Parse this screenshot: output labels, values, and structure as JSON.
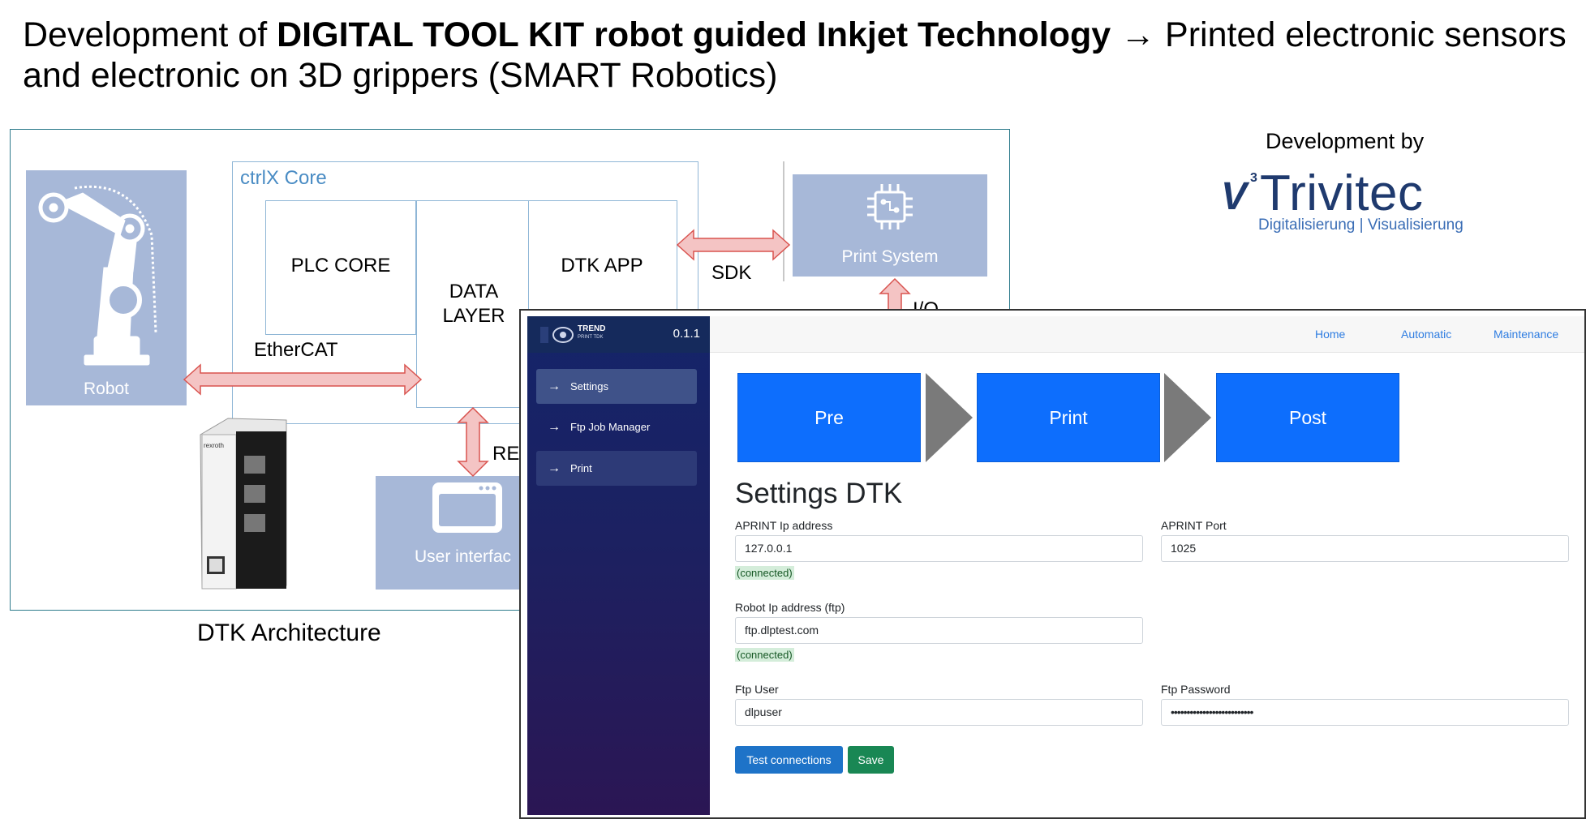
{
  "slide": {
    "title_prefix": "Development of ",
    "title_bold": "DIGITAL TOOL KIT robot guided Inkjet Technology",
    "title_arrow": " → ",
    "title_suffix": "Printed electronic sensors and electronic on 3D grippers (SMART Robotics)",
    "caption": "DTK Architecture",
    "dev_by": "Development by"
  },
  "logo": {
    "mark": "V",
    "superscript": "3",
    "wordmark": "Trivitec",
    "tagline": "Digitalisierung | Visualisierung"
  },
  "diagram": {
    "robot_label": "Robot",
    "core_label": "ctrlX Core",
    "plc_core": "PLC CORE",
    "data_layer": "DATA LAYER",
    "dtk_app": "DTK APP",
    "print_system": "Print System",
    "ethercat": "EtherCAT",
    "sdk": "SDK",
    "rest_partial": "RE",
    "user_interface_partial": "User interfac",
    "io_partial": "I/O",
    "controller_brand": "rexroth"
  },
  "app": {
    "brand_name": "TREND",
    "brand_sub": "PRINT TDK",
    "version": "0.1.1",
    "nav_items": [
      {
        "label": "Settings"
      },
      {
        "label": "Ftp Job Manager"
      },
      {
        "label": "Print"
      }
    ],
    "top_nav": {
      "home": "Home",
      "automatic": "Automatic",
      "maintenance": "Maintenance"
    },
    "steps": {
      "pre": "Pre",
      "print": "Print",
      "post": "Post"
    },
    "heading": "Settings DTK",
    "fields": {
      "aprint_ip_label": "APRINT Ip address",
      "aprint_ip_value": "127.0.0.1",
      "aprint_ip_status": "(connected)",
      "aprint_port_label": "APRINT Port",
      "aprint_port_value": "1025",
      "robot_ip_label": "Robot Ip address (ftp)",
      "robot_ip_value": "ftp.dlptest.com",
      "robot_ip_status": "(connected)",
      "ftp_user_label": "Ftp User",
      "ftp_user_value": "dlpuser",
      "ftp_password_label": "Ftp Password",
      "ftp_password_value": "••••••••••••••••••••••••••"
    },
    "buttons": {
      "test": "Test connections",
      "save": "Save"
    }
  },
  "colors": {
    "diagram_fill": "#a7b8d8",
    "arrow_fill": "#f4c4c4",
    "arrow_stroke": "#d9534f",
    "step_blue": "#0d6efd",
    "link_blue": "#2f7de1"
  }
}
